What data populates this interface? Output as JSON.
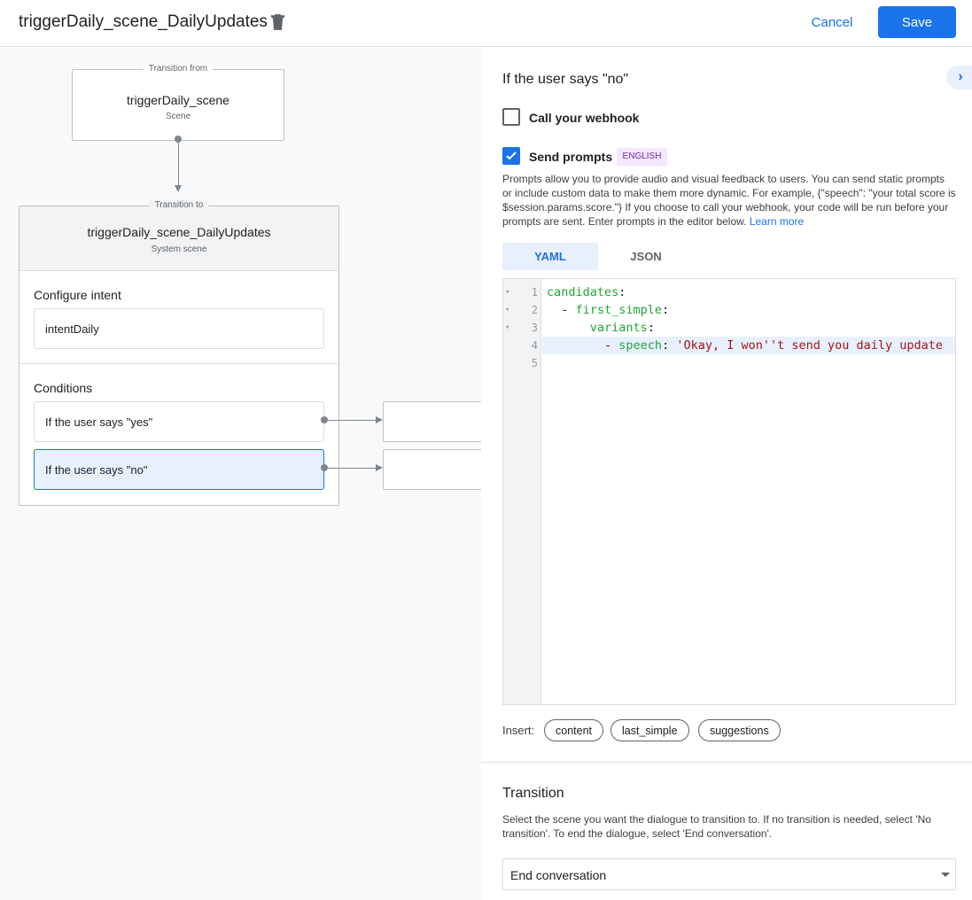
{
  "header": {
    "title": "triggerDaily_scene_DailyUpdates",
    "cancel_label": "Cancel",
    "save_label": "Save"
  },
  "canvas": {
    "from": {
      "legend": "Transition from",
      "name": "triggerDaily_scene",
      "type": "Scene"
    },
    "to": {
      "legend": "Transition to",
      "name": "triggerDaily_scene_DailyUpdates",
      "type": "System scene",
      "intent_label": "Configure intent",
      "intent_value": "intentDaily",
      "conditions_label": "Conditions",
      "conditions": [
        {
          "label": "If the user says \"yes\""
        },
        {
          "label": "If the user says \"no\"",
          "selected": true
        }
      ]
    }
  },
  "panel": {
    "title": "If the user says \"no\"",
    "webhook": {
      "label": "Call your webhook",
      "checked": false
    },
    "prompts": {
      "label": "Send prompts",
      "checked": true,
      "badge": "ENGLISH",
      "description": "Prompts allow you to provide audio and visual feedback to users. You can send static prompts or include custom data to make them more dynamic. For example, {\"speech\": \"your total score is $session.params.score.\"} If you choose to call your webhook, your code will be run before your prompts are sent. Enter prompts in the editor below.",
      "learn_more": "Learn more"
    },
    "tabs": [
      {
        "label": "YAML",
        "active": true
      },
      {
        "label": "JSON",
        "active": false
      }
    ],
    "editor": {
      "line_numbers": [
        "1",
        "2",
        "3",
        "4",
        "5"
      ],
      "lines": [
        [
          {
            "t": "candidates",
            "c": "k"
          },
          {
            "t": ":",
            "c": "p"
          }
        ],
        [
          {
            "t": "  - ",
            "c": "p"
          },
          {
            "t": "first_simple",
            "c": "k"
          },
          {
            "t": ":",
            "c": "p"
          }
        ],
        [
          {
            "t": "      ",
            "c": "p"
          },
          {
            "t": "variants",
            "c": "k"
          },
          {
            "t": ":",
            "c": "p"
          }
        ],
        [
          {
            "t": "        - ",
            "c": "p"
          },
          {
            "t": "speech",
            "c": "k"
          },
          {
            "t": ": ",
            "c": "p"
          },
          {
            "t": "'Okay, I won''t send you daily update",
            "c": "s"
          }
        ],
        []
      ]
    },
    "insert": {
      "label": "Insert:",
      "chips": [
        "content",
        "last_simple",
        "suggestions"
      ]
    },
    "transition": {
      "title": "Transition",
      "description": "Select the scene you want the dialogue to transition to. If no transition is needed, select 'No transition'. To end the dialogue, select 'End conversation'.",
      "selected": "End conversation"
    },
    "colors": {
      "accent": "#1a73e8",
      "key": "#22a33a",
      "string": "#a31515"
    }
  }
}
